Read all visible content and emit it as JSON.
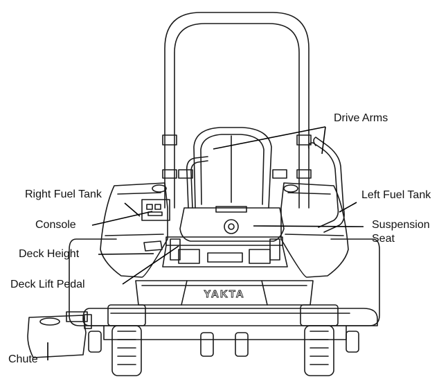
{
  "diagram": {
    "brand": "YAKTA",
    "labels": {
      "drive_arms": "Drive Arms",
      "right_fuel_tank": "Right Fuel Tank",
      "left_fuel_tank": "Left Fuel Tank",
      "console": "Console",
      "suspension": "Suspension",
      "seat": "Seat",
      "deck_height": "Deck Height",
      "deck_lift_pedal": "Deck Lift Pedal",
      "chute": "Chute"
    }
  }
}
